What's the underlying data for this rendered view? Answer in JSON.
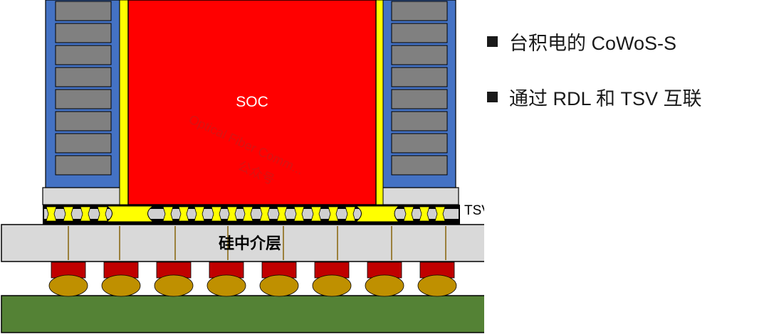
{
  "diagram": {
    "soc_label": "SOC",
    "tsv_label": "TSV",
    "interposer_label": "硅中介层",
    "watermark_line1": "Optical Fiber Comm...",
    "watermark_line2": "公众号"
  },
  "bullets": [
    {
      "text": "台积电的 CoWoS-S"
    },
    {
      "text": "通过 RDL 和 TSV 互联"
    }
  ],
  "colors": {
    "soc": "#ff0000",
    "underfill": "#ffff00",
    "hbm_frame": "#4472c4",
    "hbm_layer": "#808080",
    "interposer": "#d9d9d9",
    "substrate": "#548235",
    "bump_pad": "#c00000",
    "solder_ball": "#bf9000",
    "via_line": "#8b6914"
  }
}
